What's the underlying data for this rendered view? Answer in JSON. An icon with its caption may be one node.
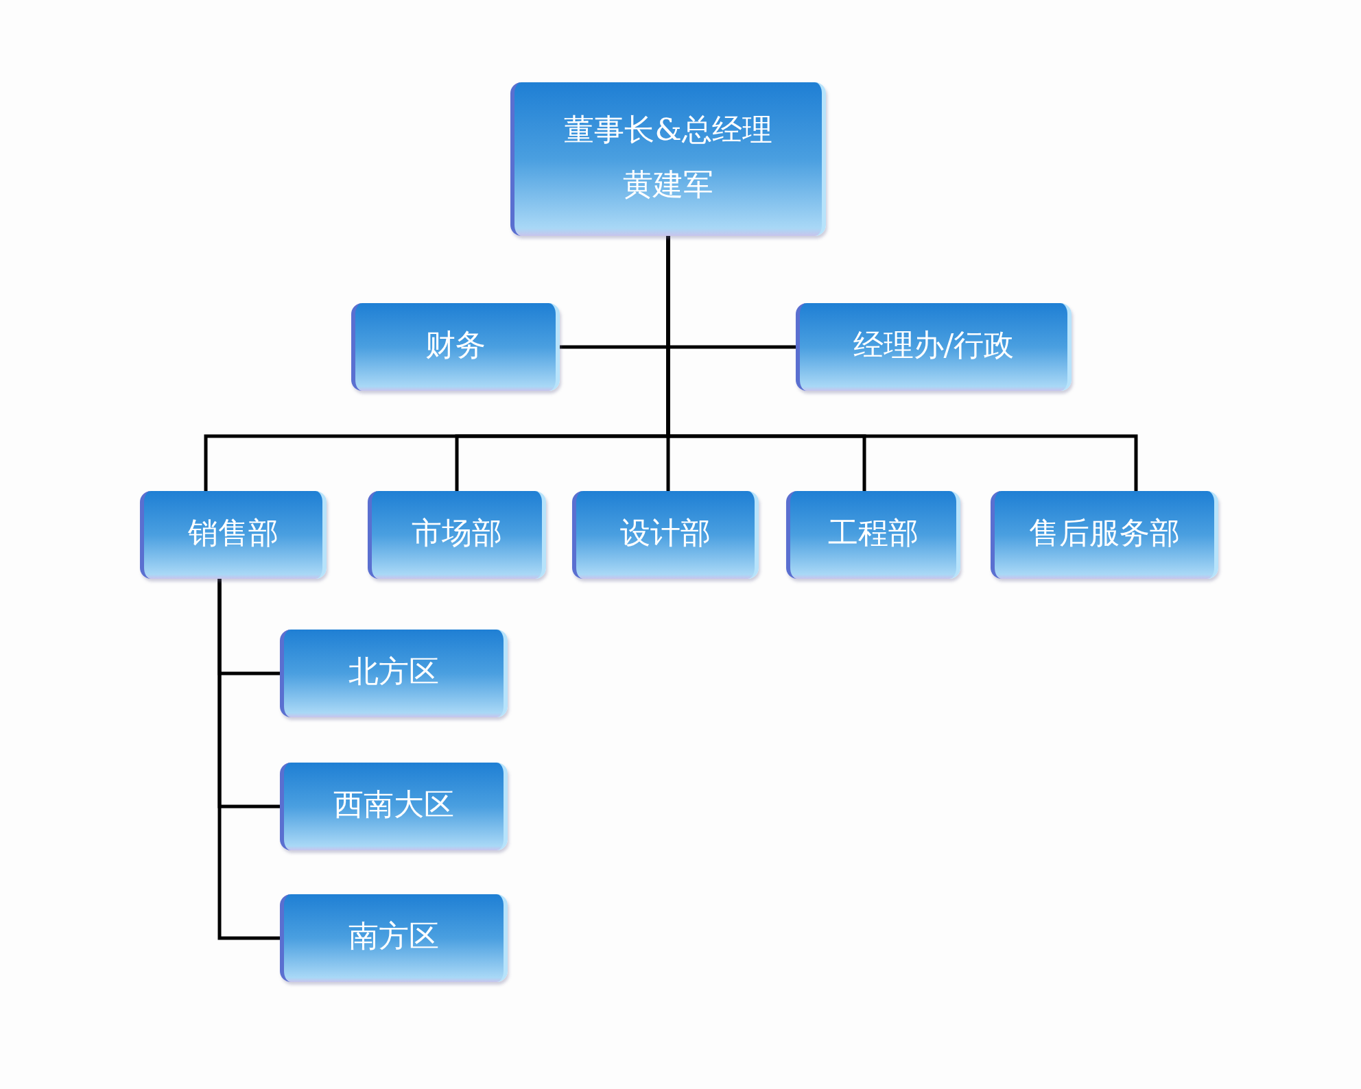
{
  "diagram": {
    "nodes": [
      {
        "text": [
          "董事长&总经理",
          "黄建军"
        ]
      },
      {
        "text": [
          "财务"
        ]
      },
      {
        "text": [
          "经理办/行政"
        ]
      },
      {
        "text": [
          "销售部"
        ]
      },
      {
        "text": [
          "市场部"
        ]
      },
      {
        "text": [
          "设计部"
        ]
      },
      {
        "text": [
          "工程部"
        ]
      },
      {
        "text": [
          "售后服务部"
        ]
      },
      {
        "text": [
          "北方区"
        ]
      },
      {
        "text": [
          "西南大区"
        ]
      },
      {
        "text": [
          "南方区"
        ]
      }
    ],
    "edges": [
      {
        "from": 0,
        "to": 1,
        "arrow": "none"
      },
      {
        "from": 0,
        "to": 2,
        "arrow": "none"
      },
      {
        "from": 0,
        "to": 3,
        "arrow": "none"
      },
      {
        "from": 0,
        "to": 4,
        "arrow": "none"
      },
      {
        "from": 0,
        "to": 5,
        "arrow": "none"
      },
      {
        "from": 0,
        "to": 6,
        "arrow": "none"
      },
      {
        "from": 0,
        "to": 7,
        "arrow": "none"
      },
      {
        "from": 3,
        "to": 8,
        "arrow": "none"
      },
      {
        "from": 3,
        "to": 9,
        "arrow": "none"
      },
      {
        "from": 3,
        "to": 10,
        "arrow": "none"
      }
    ]
  }
}
